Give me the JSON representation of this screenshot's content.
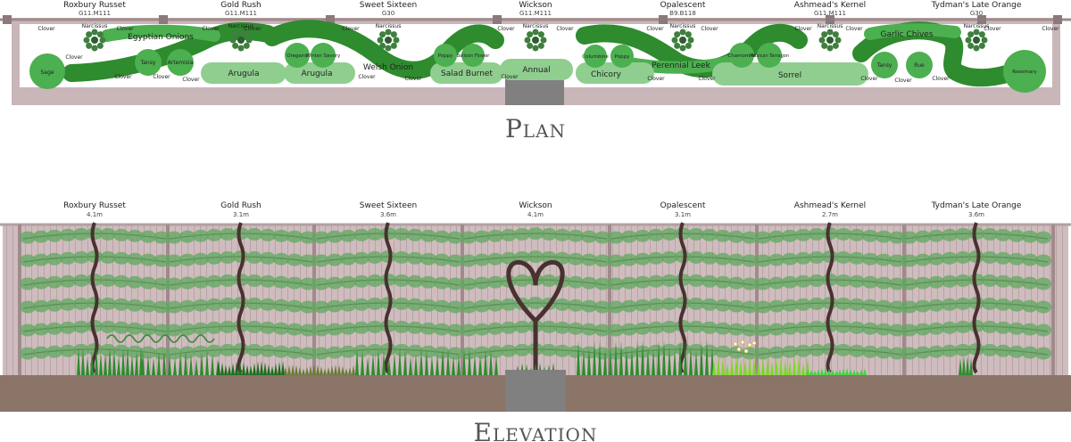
{
  "plan_title": "Plan",
  "elevation_title": "Elevation",
  "trees": [
    {
      "name": "Roxbury Russet",
      "rootstock": "G11.M111",
      "height": "4.1m"
    },
    {
      "name": "Gold Rush",
      "rootstock": "G11.M111",
      "height": "3.1m"
    },
    {
      "name": "Sweet Sixteen",
      "rootstock": "G30",
      "height": "3.6m"
    },
    {
      "name": "Wickson",
      "rootstock": "G11.M111",
      "height": "4.1m"
    },
    {
      "name": "Opalescent",
      "rootstock": "B9.B118",
      "height": "3.1m"
    },
    {
      "name": "Ashmead's Kernel",
      "rootstock": "G11.M111",
      "height": "2.7m"
    },
    {
      "name": "Tydman's Late Orange",
      "rootstock": "G30",
      "height": "3.6m"
    }
  ],
  "plants": {
    "clover": "Clover",
    "narcissus": "Narcissus",
    "egyptian_onions": "Egyptian Onions",
    "sage": "Sage",
    "tansy": "Tansy",
    "artemisia": "Artemisia",
    "arugula": "Arugula",
    "oregano": "Oregano",
    "winter_savory": "Winter Savory",
    "welsh_onion": "Welsh Onion",
    "poppy": "Poppy",
    "balloon_flower": "Balloon Flower",
    "salad_burnet": "Salad Burnet",
    "annual": "Annual",
    "columbine": "Columbine",
    "chicory": "Chicory",
    "perennial_leek": "Perennial Leek",
    "chamomile": "Chamomile",
    "mexican_tarragon": "Mexican Tarragon",
    "sorrel": "Sorrel",
    "garlic_chives": "Garlic Chives",
    "rue": "Rue",
    "rosemary": "Rosemary"
  },
  "colors": {
    "fence": "#c9b6b8",
    "fence_dark": "#a08a8c",
    "dark_green": "#2e8b2e",
    "mid_green": "#4caf50",
    "light_green": "#8fce8f",
    "leaf": "#5fa85f",
    "trunk": "#4a3030",
    "soil": "#8b7468",
    "path": "#808080"
  }
}
